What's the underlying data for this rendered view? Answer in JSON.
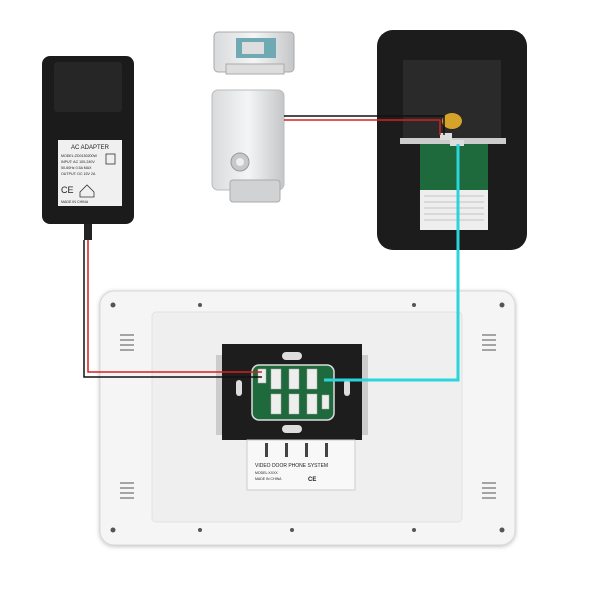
{
  "adapter": {
    "title": "AC ADAPTER",
    "lines": [
      "MODEL:ZD0150200W",
      "INPUT: AC 100-240V",
      "50-60Hz 0.5A MAX",
      "OUTPUT: DC 15V 2A"
    ],
    "made_in": "MADE IN CHINA",
    "marks": "CE"
  },
  "monitor_label": {
    "title": "VIDEO DOOR PHONE SYSTEM",
    "lines": [
      "MODEL:XXXX",
      "MADE IN CHINA"
    ],
    "marks": "CE"
  },
  "colors": {
    "power_wire_red": "#d81e1e",
    "power_wire_black": "#111111",
    "video_wire": "#2ad4dc",
    "monitor": "#f4f4f4",
    "camera": "#1c1c1c",
    "pcb": "#1f6a3c"
  }
}
